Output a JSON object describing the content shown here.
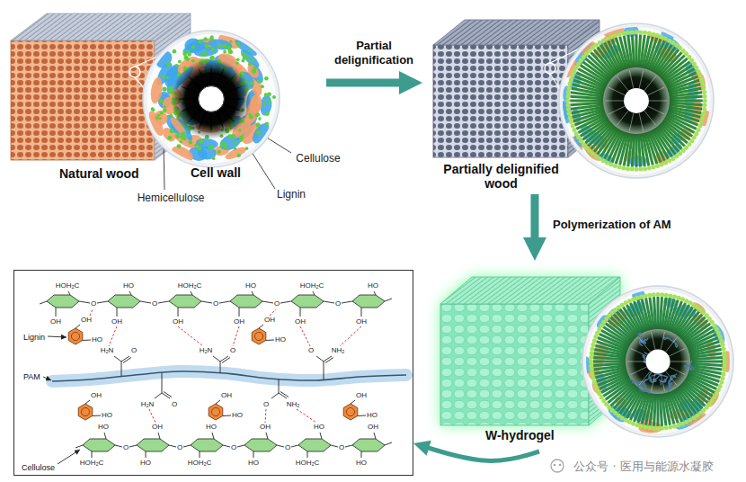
{
  "diagram": {
    "nodes": [
      {
        "text": [
          "Natural wood"
        ]
      },
      {
        "text": [
          "Partially delignified wood"
        ]
      },
      {
        "text": [
          "W-hydrogel"
        ]
      },
      {
        "text": [
          "Lignin",
          "PAM",
          "Cellulose"
        ]
      }
    ],
    "edges": [
      {
        "from": 0,
        "to": 1,
        "label": "Partial delignification",
        "arrow": "to"
      },
      {
        "from": 1,
        "to": 2,
        "label": "Polymerization of AM",
        "arrow": "to"
      },
      {
        "from": 2,
        "to": 3,
        "arrow": "to"
      }
    ],
    "labels": [
      "Cell wall",
      "Cellulose",
      "Hemicellulose",
      "Lignin",
      "O",
      "O",
      "O",
      "O",
      "O",
      "HOH₂C",
      "HO",
      "HOH₂C",
      "HO",
      "HOH₂C",
      "HO",
      "OH",
      "OH",
      "OH",
      "OH",
      "OH",
      "OH",
      "O",
      "O",
      "O",
      "O",
      "O",
      "HO",
      "OH",
      "HO",
      "OH",
      "HO",
      "OH",
      "HOH₂C",
      "HO",
      "HOH₂C",
      "HO",
      "HOH₂C",
      "HO",
      "H₂N",
      "O",
      "H₂N",
      "O",
      "O",
      "NH₂",
      "H₂N",
      "O",
      "O",
      "NH₂",
      "OH",
      "HO",
      "OH",
      "HO",
      "OH",
      "HO",
      "OH",
      "HO",
      "OH",
      "HO",
      "公众号 · 医用与能源水凝胶"
    ]
  }
}
